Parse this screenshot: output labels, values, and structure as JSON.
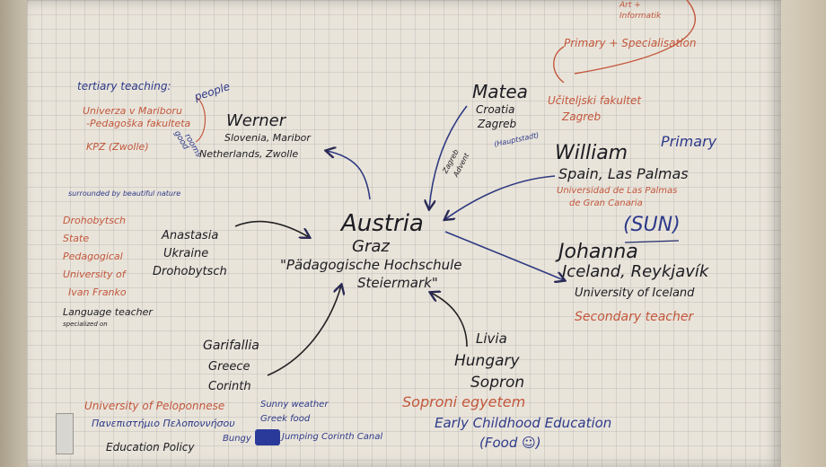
{
  "center": {
    "country": "Austria",
    "city": "Graz",
    "institution_line1": "\"Pädagogische Hochschule",
    "institution_line2": "Steiermark\""
  },
  "tertiary": {
    "heading": "tertiary teaching:",
    "people_note": "people",
    "line1": "Univerza v Mariboru",
    "line2": "-Pedagoška fakulteta",
    "line3": "KPZ (Zwolle)",
    "good_rooms_1": "good",
    "good_rooms_2": "rooms"
  },
  "werner": {
    "name": "Werner",
    "line1": "Slovenia, Maribor",
    "line2": "Netherlands, Zwolle"
  },
  "matea": {
    "name": "Matea",
    "country": "Croatia",
    "city": "Zagreb",
    "note": "(Hauptstadt)",
    "advent_1": "Zagreb",
    "advent_2": "Advent"
  },
  "top_right": {
    "corner_1": "Art +",
    "corner_2": "Informatik",
    "primary_spec": "Primary + Specialisation",
    "faculty_1": "Učiteljski fakultet",
    "faculty_2": "Zagreb"
  },
  "william": {
    "name": "William",
    "primary": "Primary",
    "line1": "Spain, Las Palmas",
    "uni_1": "Universidad de Las Palmas",
    "uni_2": "de Gran Canaria",
    "sun": "(SUN)"
  },
  "johanna": {
    "name": "Johanna",
    "line1": "Iceland, Reykjavík",
    "line2": "University of Iceland",
    "line3": "Secondary teacher"
  },
  "anastasia": {
    "name": "Anastasia",
    "country": "Ukraine",
    "city": "Drohobytsch"
  },
  "left_col": {
    "nature": "surrounded by beautiful nature",
    "u1": "Drohobytsch",
    "u2": "State",
    "u3": "Pedagogical",
    "u4": "University of",
    "u5": "Ivan Franko",
    "lang": "Language teacher",
    "spec": "specialized on"
  },
  "garifallia": {
    "name": "Garifallia",
    "country": "Greece",
    "city": "Corinth"
  },
  "greece_notes": {
    "uni": "University of Peloponnese",
    "greek": "Πανεπιστήμιο Πελοποννήσου",
    "policy": "Education Policy",
    "sunny": "Sunny weather",
    "food": "Greek food",
    "bungy": "Bungy",
    "jump": "Jumping Corinth Canal"
  },
  "livia": {
    "name": "Livia",
    "country": "Hungary",
    "city": "Sopron",
    "uni": "Soproni egyetem",
    "edu": "Early Childhood Education",
    "food": "(Food ☺)"
  },
  "colors": {
    "ink": "#1c1c22",
    "blue": "#2d3a8a",
    "red": "#c2573c",
    "paper": "#e9e4da"
  }
}
